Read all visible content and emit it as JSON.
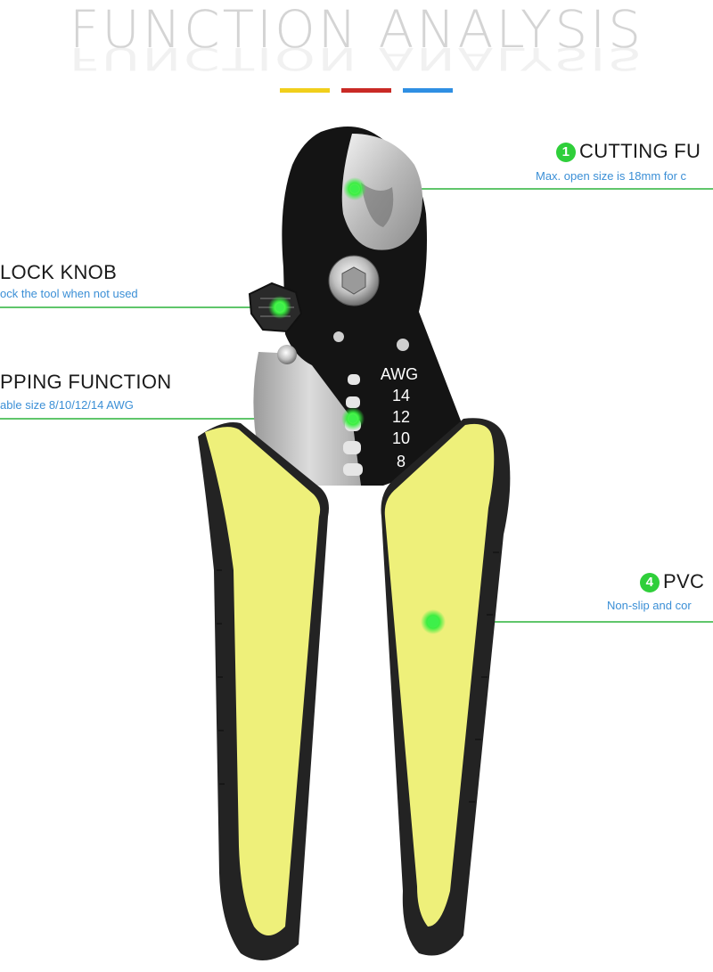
{
  "header": {
    "title": "FUNCTION ANALYSIS",
    "accent_colors": [
      "#f1cf1b",
      "#c92a25",
      "#2f8fe3"
    ]
  },
  "callouts": [
    {
      "id": "cutting",
      "number": "1",
      "title": "CUTTING FU",
      "subtitle": "Max. open size is 18mm for c"
    },
    {
      "id": "lock",
      "number": "",
      "title": "LOCK KNOB",
      "subtitle": "ock the tool when not used"
    },
    {
      "id": "stripping",
      "number": "",
      "title": "PPING FUNCTION",
      "subtitle": "able size 8/10/12/14 AWG"
    },
    {
      "id": "pvc",
      "number": "4",
      "title": "PVC",
      "subtitle": "Non-slip and cor"
    }
  ],
  "tool_markings": {
    "awg_label": "AWG",
    "gauges": [
      "14",
      "12",
      "10",
      "8"
    ]
  },
  "colors": {
    "callout_line": "#2bb33a",
    "marker_dot": "#3df04a",
    "handle_yellow": "#eef07a",
    "handle_black": "#222222"
  }
}
